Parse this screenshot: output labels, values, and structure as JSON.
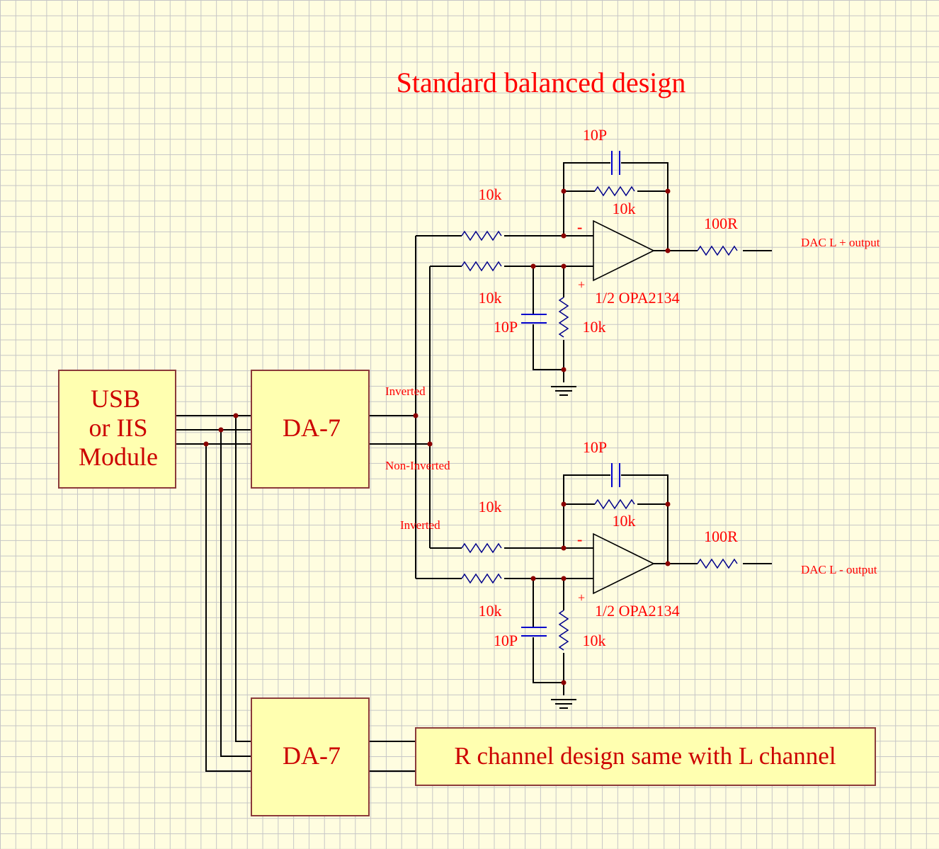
{
  "title": "Standard balanced design",
  "blocks": {
    "usb_module": [
      "USB",
      "or IIS",
      "Module"
    ],
    "dac_top": "DA-7",
    "dac_bottom": "DA-7",
    "r_channel": "R channel design same with L channel"
  },
  "signals": {
    "inverted_top": "Inverted",
    "non_inverted": "Non-Inverted",
    "inverted_bottom": "Inverted"
  },
  "stage_plus": {
    "feedback_cap": "10P",
    "feedback_res": "10k",
    "input_res_inv": "10k",
    "input_res_noninv": "10k",
    "shunt_cap": "10P",
    "shunt_res": "10k",
    "output_res": "100R",
    "opamp": "1/2 OPA2134",
    "minus_sign": "-",
    "plus_sign": "+",
    "output_label": "DAC L + output"
  },
  "stage_minus": {
    "feedback_cap": "10P",
    "feedback_res": "10k",
    "input_res_inv": "10k",
    "input_res_noninv": "10k",
    "shunt_cap": "10P",
    "shunt_res": "10k",
    "output_res": "100R",
    "opamp": "1/2 OPA2134",
    "minus_sign": "-",
    "plus_sign": "+",
    "output_label": "DAC L - output"
  }
}
